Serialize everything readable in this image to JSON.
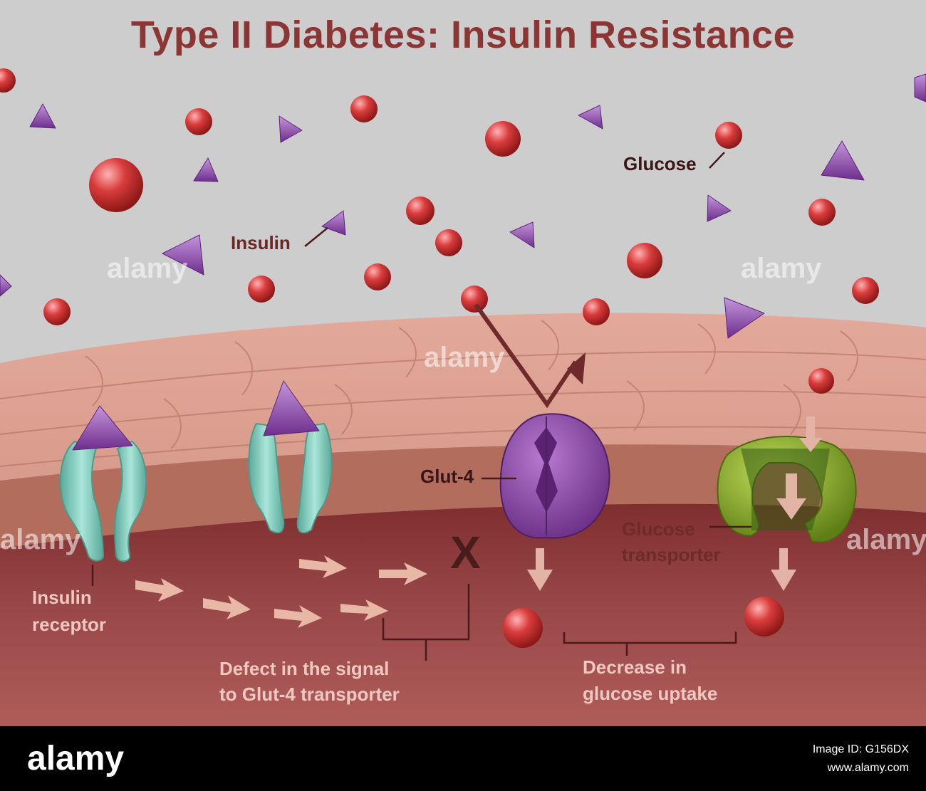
{
  "title": "Type II Diabetes: Insulin Resistance",
  "labels": {
    "glucose": "Glucose",
    "insulin": "Insulin",
    "glut4": "Glut-4",
    "glucose_transporter_line1": "Glucose",
    "glucose_transporter_line2": "transporter",
    "insulin_receptor_line1": "Insulin",
    "insulin_receptor_line2": "receptor",
    "defect_line1": "Defect in the signal",
    "defect_line2": "to Glut-4 transporter",
    "decrease_line1": "Decrease in",
    "decrease_line2": "glucose uptake",
    "block_mark": "X"
  },
  "watermark": "alamy",
  "footer": {
    "brand": "alamy",
    "image_id_line": "Image ID: G156DX",
    "site": "www.alamy.com"
  },
  "colors": {
    "title": "#8c3535",
    "glucose": "#d23a3a",
    "insulin": "#8e4bab",
    "receptor": "#77c7b6",
    "glut4": "#8f4aa6",
    "transporter": "#86ad2a",
    "cell_interior": "#8c3f3f",
    "background": "#cdcdcd"
  }
}
